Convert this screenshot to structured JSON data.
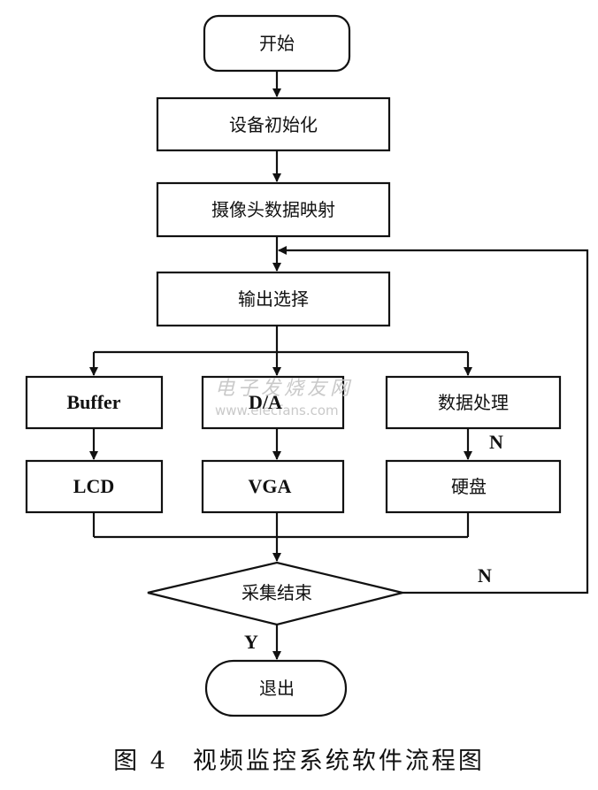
{
  "nodes": {
    "start": "开始",
    "init": "设备初始化",
    "camera_map": "摄像头数据映射",
    "output_select": "输出选择",
    "buffer": "Buffer",
    "da": "D/A",
    "data_process": "数据处理",
    "lcd": "LCD",
    "vga": "VGA",
    "disk": "硬盘",
    "collect_end": "采集结束",
    "exit": "退出"
  },
  "branch_labels": {
    "process_no": "N",
    "loop_no": "N",
    "yes": "Y"
  },
  "watermark": {
    "text_cn": "电子发烧友网",
    "url": "www.elecfans.com"
  },
  "caption": {
    "number": "图 4",
    "title": "视频监控系统软件流程图"
  }
}
